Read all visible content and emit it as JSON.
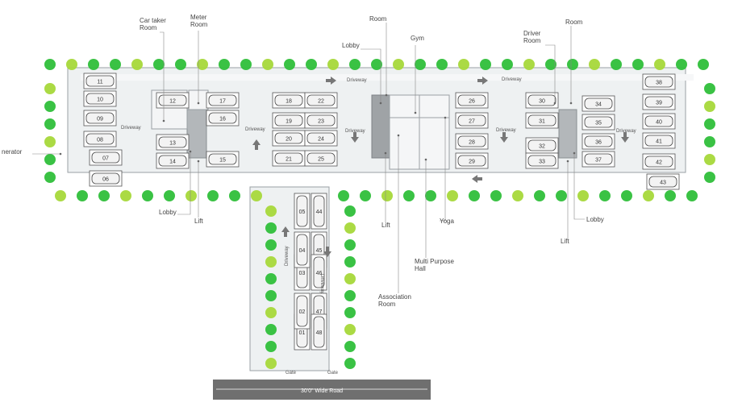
{
  "labels": {
    "caretaker_room": [
      "Car taker",
      "Room"
    ],
    "meter_room": [
      "Meter",
      "Room"
    ],
    "room_top_center": "Room",
    "lobby_top": "Lobby",
    "gym": "Gym",
    "driver_room": [
      "Driver",
      "Room"
    ],
    "room_top_right": "Room",
    "generator": "nerator",
    "lobby_left": "Lobby",
    "lift_left": "Lift",
    "lift_center": "Lift",
    "yoga": "Yoga",
    "multi_purpose_hall": [
      "Multi Purpose",
      "Hall"
    ],
    "association_room": [
      "Association",
      "Room"
    ],
    "lobby_right": "Lobby",
    "lift_right": "Lift",
    "gate_left": "Gate",
    "gate_right": "Gate",
    "road": "30'0\" Wide Road"
  },
  "driveway_label": "Driveway",
  "parking_slots": [
    "01",
    "02",
    "03",
    "04",
    "05",
    "06",
    "07",
    "08",
    "09",
    "10",
    "11",
    "12",
    "13",
    "14",
    "15",
    "16",
    "17",
    "18",
    "19",
    "20",
    "21",
    "22",
    "23",
    "24",
    "25",
    "26",
    "27",
    "28",
    "29",
    "30",
    "31",
    "32",
    "33",
    "34",
    "35",
    "36",
    "37",
    "38",
    "39",
    "40",
    "41",
    "42",
    "43",
    "44",
    "45",
    "46",
    "47",
    "48"
  ],
  "colors": {
    "building_floor": "#e9ecee",
    "core": "#9fa3a6",
    "road": "#6f6f6f",
    "tree": "#2fbf3a",
    "tree_light": "#a7d83a",
    "line": "#888888"
  }
}
